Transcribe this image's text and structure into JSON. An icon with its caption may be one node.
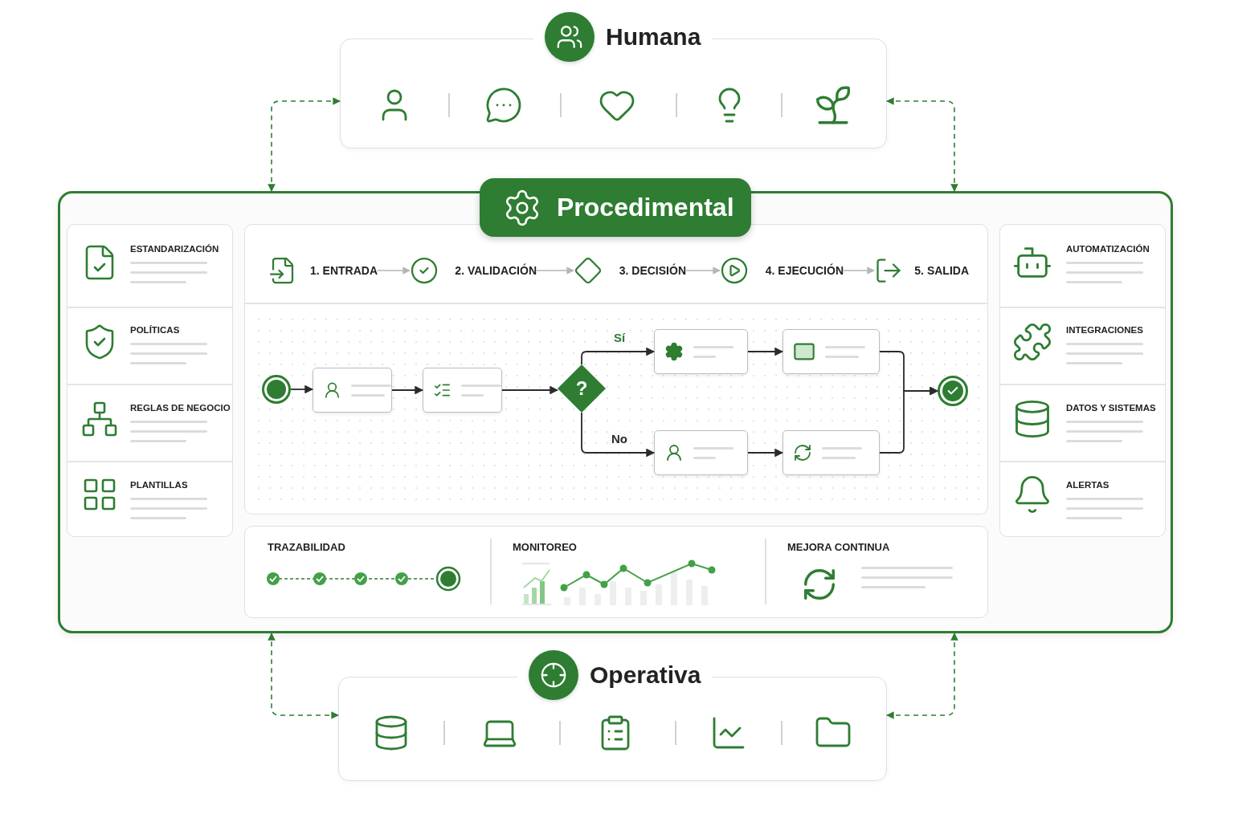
{
  "diagram": {
    "nodes": [
      {
        "text": [
          "Humana"
        ]
      },
      {
        "text": [
          "Procedimental"
        ]
      },
      {
        "text": [
          "ESTANDARIZACIÓN"
        ],
        "in": 1
      },
      {
        "text": [
          "POLÍTICAS"
        ],
        "in": 1
      },
      {
        "text": [
          "REGLAS DE NEGOCIO"
        ],
        "in": 1
      },
      {
        "text": [
          "PLANTILLAS"
        ],
        "in": 1
      },
      {
        "text": [
          "1. ENTRADA"
        ],
        "in": 1
      },
      {
        "text": [
          "2. VALIDACIÓN"
        ],
        "in": 1
      },
      {
        "text": [
          "3. DECISIÓN"
        ],
        "in": 1
      },
      {
        "text": [
          "4. EJECUCIÓN"
        ],
        "in": 1
      },
      {
        "text": [
          "5. SALIDA"
        ],
        "in": 1
      },
      {
        "text": [],
        "shape": "circle",
        "in": 1
      },
      {
        "text": [],
        "shape": "box",
        "in": 1
      },
      {
        "text": [],
        "shape": "box",
        "in": 1
      },
      {
        "text": [
          "?"
        ],
        "in": 1
      },
      {
        "text": [],
        "shape": "box",
        "in": 1
      },
      {
        "text": [],
        "shape": "box",
        "in": 1
      },
      {
        "text": [],
        "shape": "box",
        "in": 1
      },
      {
        "text": [],
        "shape": "box",
        "in": 1
      },
      {
        "text": [],
        "shape": "circle",
        "in": 1
      },
      {
        "text": [
          "AUTOMATIZACIÓN"
        ],
        "in": 1
      },
      {
        "text": [
          "INTEGRACIONES"
        ],
        "in": 1
      },
      {
        "text": [
          "DATOS Y SISTEMAS"
        ],
        "in": 1
      },
      {
        "text": [
          "ALERTAS"
        ],
        "in": 1
      },
      {
        "text": [
          "TRAZABILIDAD"
        ],
        "in": 1
      },
      {
        "text": [
          "MONITOREO"
        ],
        "in": 1
      },
      {
        "text": [
          "MEJORA CONTINUA"
        ],
        "in": 1
      },
      {
        "text": [
          "Operativa"
        ]
      }
    ],
    "edges": [
      {
        "from": 0,
        "to": 1,
        "arrow": "both",
        "style": "dashed",
        "color": "#2e7d32"
      },
      {
        "from": 0,
        "to": 1,
        "arrow": "both",
        "style": "dashed",
        "color": "#2e7d32"
      },
      {
        "from": 6,
        "to": 7,
        "arrow": "to",
        "color": "#b5b5b5"
      },
      {
        "from": 7,
        "to": 8,
        "arrow": "to",
        "color": "#b5b5b5"
      },
      {
        "from": 8,
        "to": 9,
        "arrow": "to",
        "color": "#b5b5b5"
      },
      {
        "from": 9,
        "to": 10,
        "arrow": "to",
        "color": "#b5b5b5"
      },
      {
        "from": 11,
        "to": 12,
        "arrow": "to"
      },
      {
        "from": 12,
        "to": 13,
        "arrow": "to"
      },
      {
        "from": 13,
        "to": 14,
        "arrow": "to"
      },
      {
        "from": 14,
        "to": 15,
        "arrow": "to",
        "label": "Sí"
      },
      {
        "from": 14,
        "to": 17,
        "arrow": "to",
        "label": "No"
      },
      {
        "from": 15,
        "to": 16,
        "arrow": "to"
      },
      {
        "from": 17,
        "to": 18,
        "arrow": "to"
      },
      {
        "from": 16,
        "to": 19,
        "arrow": "to"
      },
      {
        "from": 18,
        "to": 19,
        "arrow": "to"
      },
      {
        "from": 27,
        "to": 1,
        "arrow": "both",
        "style": "dashed",
        "color": "#2e7d32"
      },
      {
        "from": 27,
        "to": 1,
        "arrow": "both",
        "style": "dashed",
        "color": "#2e7d32"
      }
    ]
  }
}
